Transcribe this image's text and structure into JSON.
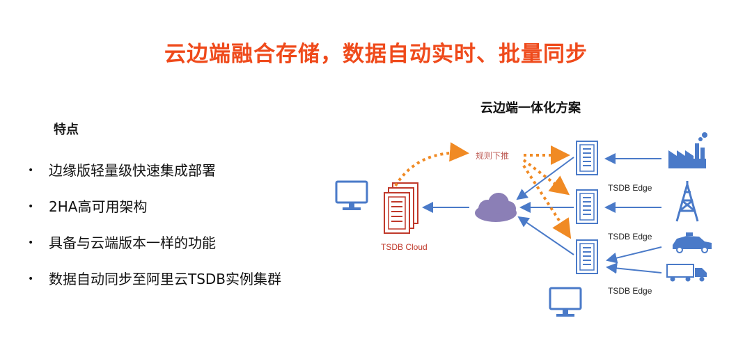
{
  "title": "云边端融合存储，数据自动实时、批量同步",
  "features": {
    "heading": "特点",
    "items": [
      "边缘版轻量级快速集成部署",
      "2HA高可用架构",
      "具备与云端版本一样的功能",
      "数据自动同步至阿里云TSDB实例集群"
    ]
  },
  "diagram": {
    "title": "云边端一体化方案",
    "push_label": "规则下推",
    "cloud_label": "TSDB Cloud",
    "edge_labels": [
      "TSDB Edge",
      "TSDB Edge",
      "TSDB Edge"
    ],
    "colors": {
      "title": "#ef4a1b",
      "arrow_blue": "#4a7ac8",
      "arrow_orange": "#f08a24",
      "cloud_fill": "#8b7fb6",
      "cloud_server": "#c0392b",
      "edge_server": "#4a7ac8"
    },
    "icons": [
      "monitor-icon",
      "cloud-icon",
      "server-stack-icon",
      "factory-icon",
      "oil-rig-icon",
      "car-icon",
      "truck-icon"
    ]
  }
}
